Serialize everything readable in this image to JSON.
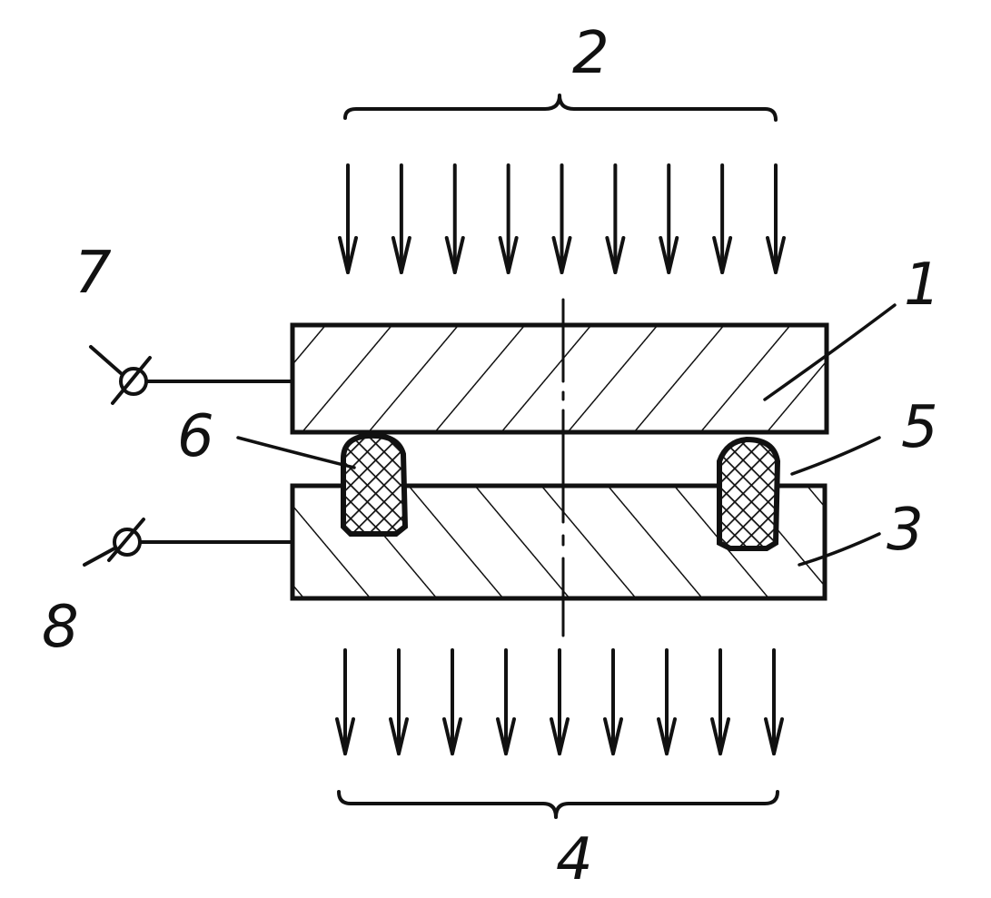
{
  "labels": {
    "plate_top": "1",
    "incident_flux": "2",
    "plate_bottom": "3",
    "transmitted_flux": "4",
    "gap": "5",
    "seal": "6",
    "terminal_top": "7",
    "terminal_bottom": "8"
  },
  "arrows": {
    "top_count": 9,
    "bottom_count": 9
  },
  "colors": {
    "ink": "#111111",
    "background": "#ffffff"
  }
}
